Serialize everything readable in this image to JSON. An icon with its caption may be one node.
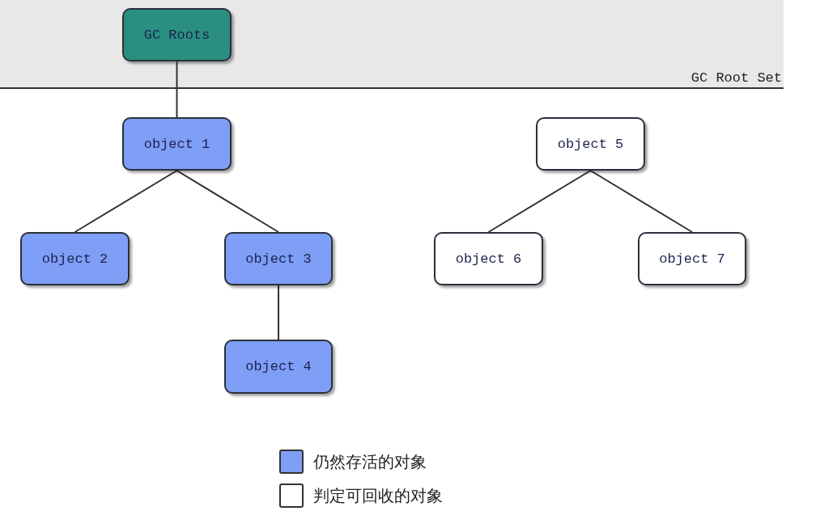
{
  "diagram": {
    "nodes": [
      {
        "text": [
          "GC Root Set"
        ]
      },
      {
        "text": [
          "GC Roots"
        ],
        "in": 0
      },
      {
        "text": [
          "object 1"
        ]
      },
      {
        "text": [
          "object 2"
        ]
      },
      {
        "text": [
          "object 3"
        ]
      },
      {
        "text": [
          "object 4"
        ]
      },
      {
        "text": [
          "object 5"
        ]
      },
      {
        "text": [
          "object 6"
        ]
      },
      {
        "text": [
          "object 7"
        ]
      }
    ],
    "edges": [
      {
        "from": 1,
        "to": 2,
        "arrow": "none"
      },
      {
        "from": 2,
        "to": 3,
        "arrow": "none"
      },
      {
        "from": 2,
        "to": 4,
        "arrow": "none"
      },
      {
        "from": 4,
        "to": 5,
        "arrow": "none"
      },
      {
        "from": 6,
        "to": 7,
        "arrow": "none"
      },
      {
        "from": 6,
        "to": 8,
        "arrow": "none"
      }
    ],
    "legend": [
      {
        "text": "仍然存活的对象",
        "color": "#7f9ef5"
      },
      {
        "text": "判定可回收的对象",
        "color": "#ffffff"
      }
    ]
  }
}
